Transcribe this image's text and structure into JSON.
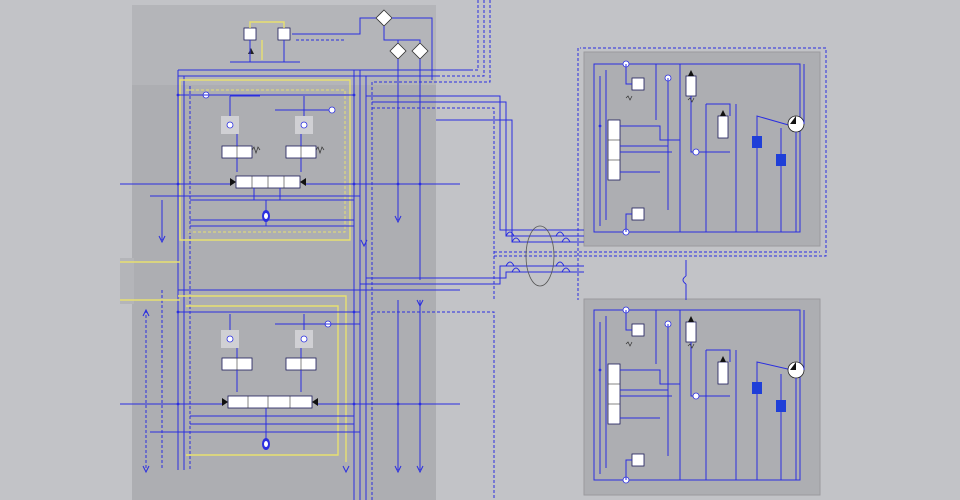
{
  "canvas": {
    "background": "#c2c3c7"
  },
  "colors": {
    "line": "#2a2ee0",
    "pilot_line": "#e8e070",
    "panel": "#adaeb2",
    "valve_body": "#ffffff",
    "accumulator": "#1f3fd8"
  },
  "circuits": {
    "left_block": {
      "sections": [
        "upper-manifold",
        "lower-manifold"
      ]
    },
    "right_units": [
      "upper-actuator-unit",
      "lower-actuator-unit"
    ]
  },
  "icons": [
    "check-valve-icon",
    "directional-valve-icon",
    "accumulator-icon",
    "motor-icon",
    "pump-icon"
  ]
}
